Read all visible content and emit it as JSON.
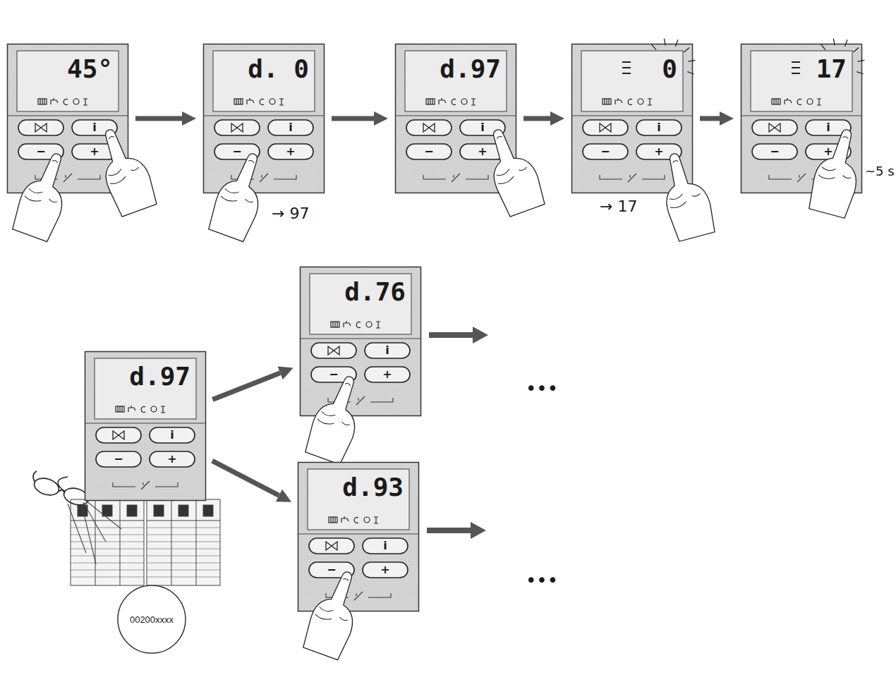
{
  "diagram": {
    "nodes": [
      {
        "text": [
          "45°",
          "i",
          "−",
          "+"
        ]
      },
      {
        "text": [
          "d. 0",
          "i",
          "−",
          "+"
        ]
      },
      {
        "text": [
          "d.97",
          "i",
          "−",
          "+"
        ]
      },
      {
        "text": [
          "0",
          "i",
          "−",
          "+"
        ]
      },
      {
        "text": [
          "17",
          "i",
          "−",
          "+"
        ]
      },
      {
        "text": [
          "d.97",
          "i",
          "−",
          "+"
        ]
      },
      {
        "text": [
          "d.76",
          "i",
          "−",
          "+"
        ]
      },
      {
        "text": [
          "d.93",
          "i",
          "−",
          "+"
        ]
      },
      {
        "text": [
          "00200xxxx"
        ]
      }
    ],
    "edges": [
      {
        "from": 0,
        "to": 1,
        "arrow": "to"
      },
      {
        "from": 1,
        "to": 2,
        "arrow": "to"
      },
      {
        "from": 2,
        "to": 3,
        "arrow": "to"
      },
      {
        "from": 3,
        "to": 4,
        "arrow": "to"
      },
      {
        "from": 5,
        "to": 6,
        "arrow": "to"
      },
      {
        "from": 5,
        "to": 7,
        "arrow": "to"
      }
    ],
    "labels": [
      "→ 97",
      "→ 17",
      "~5 s",
      "•••",
      "•••"
    ]
  }
}
